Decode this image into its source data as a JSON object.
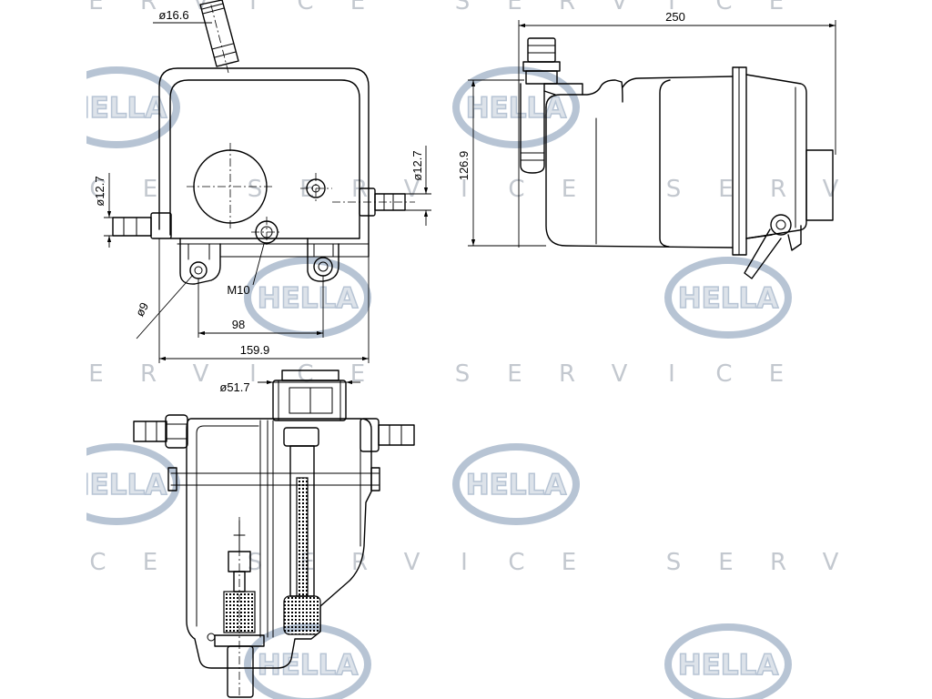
{
  "drawing": {
    "top_view": {
      "top_pipe_diameter": "ø16.6",
      "left_pipe_diameter": "ø12.7",
      "right_pipe_diameter": "ø12.7",
      "thread": "M10",
      "mount_hole_diameter": "ø9",
      "mount_hole_spacing": "98",
      "overall_width": "159.9"
    },
    "side_view": {
      "overall_length": "250",
      "overall_height": "126.9"
    },
    "front_view": {
      "cap_diameter": "ø51.7"
    }
  },
  "watermark": {
    "logo_text": "HELLA",
    "text": "SERVICE"
  },
  "colors": {
    "line": "#000000",
    "background": "#ffffff",
    "watermark_logo": "#b7c4d4",
    "watermark_text": "#c3c8cf"
  }
}
